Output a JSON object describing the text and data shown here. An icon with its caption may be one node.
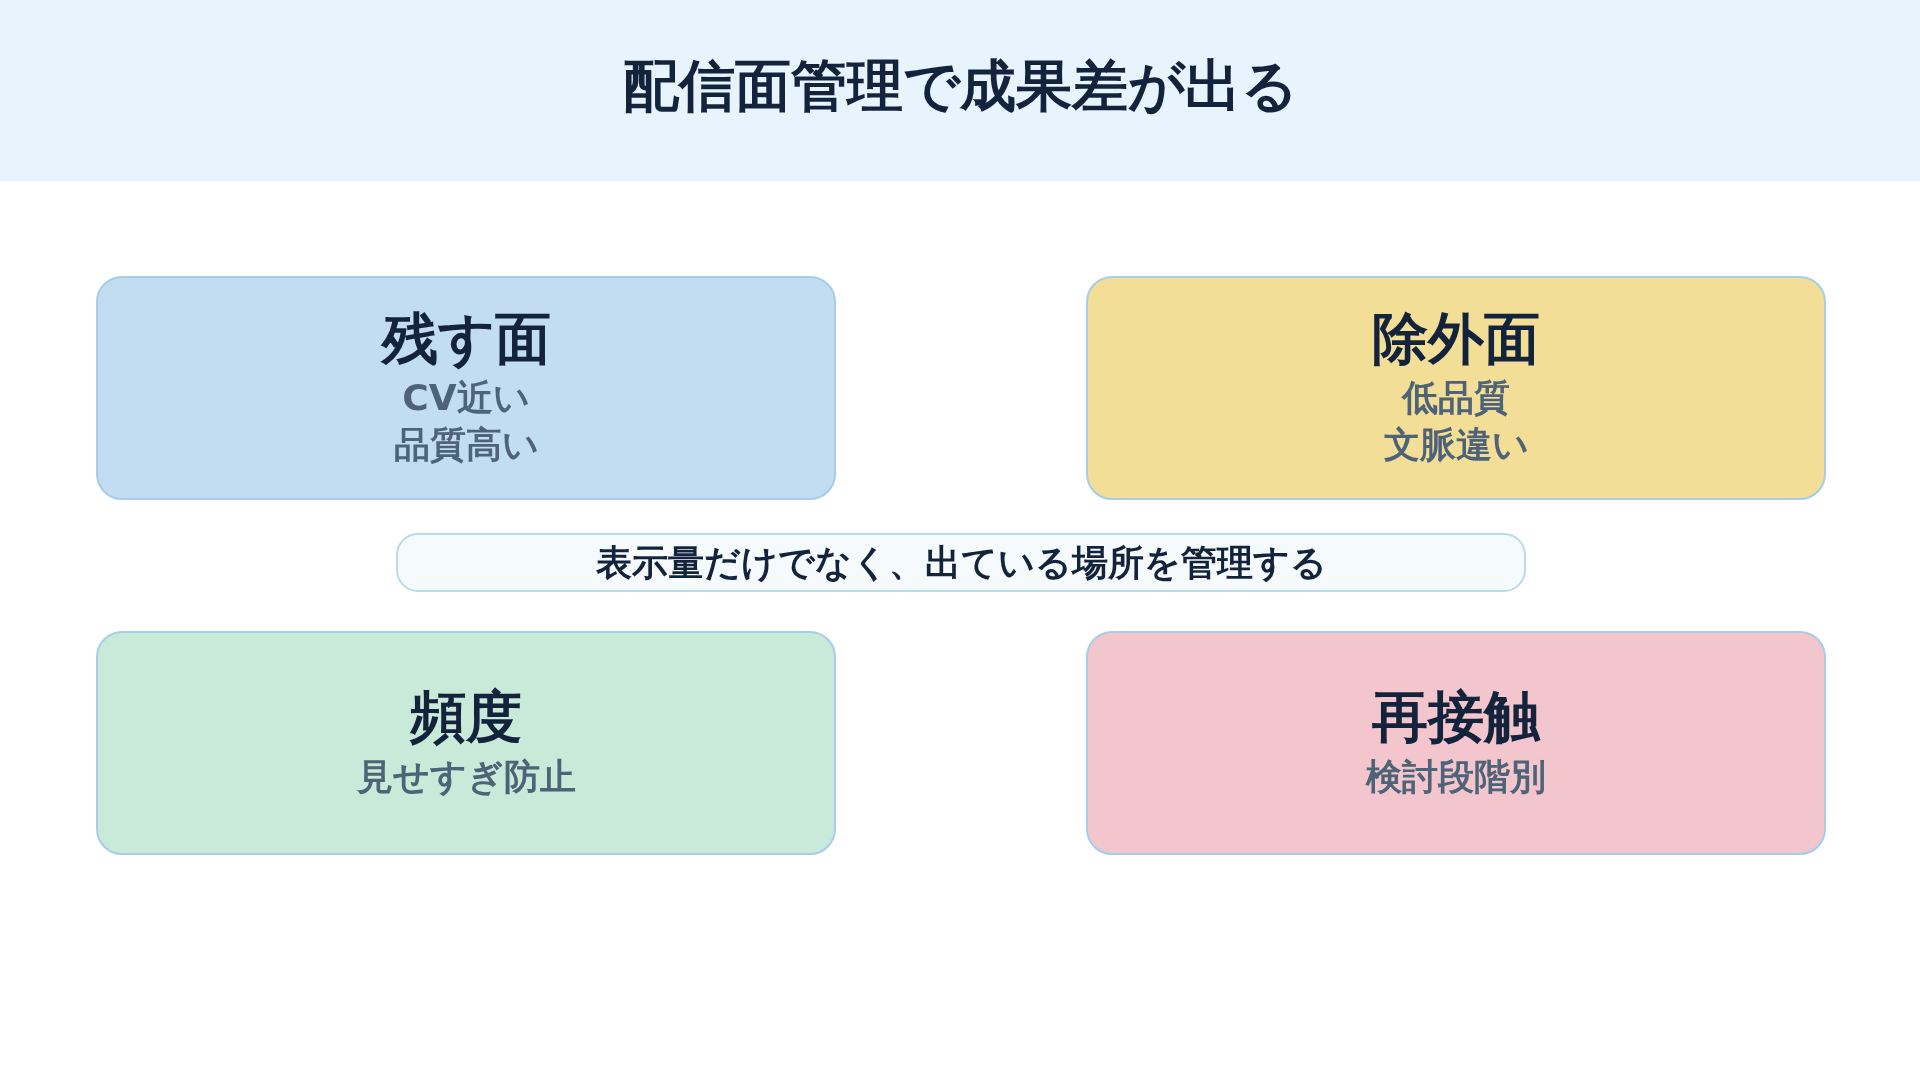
{
  "diagram": {
    "title": "配信面管理で成果差が出る",
    "nodes": [
      {
        "text": [
          "残す面",
          "CV近い",
          "品質高い"
        ]
      },
      {
        "text": [
          "除外面",
          "低品質",
          "文脈違い"
        ]
      },
      {
        "text": [
          "表示量だけでなく、出ている場所を管理する"
        ]
      },
      {
        "text": [
          "頻度",
          "見せすぎ防止"
        ]
      },
      {
        "text": [
          "再接触",
          "検討段階別"
        ]
      }
    ]
  }
}
